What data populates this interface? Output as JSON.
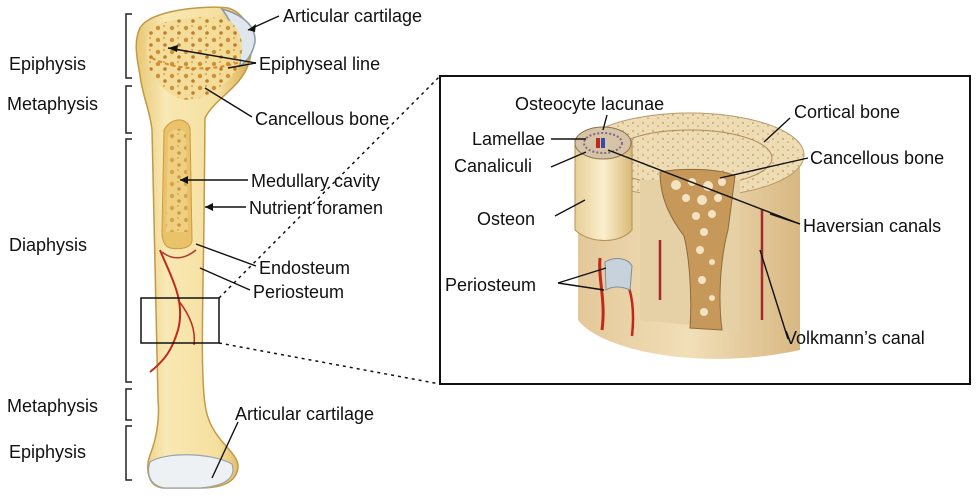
{
  "regions": {
    "epiphysis_top": "Epiphysis",
    "metaphysis_top": "Metaphysis",
    "diaphysis": "Diaphysis",
    "metaphysis_bottom": "Metaphysis",
    "epiphysis_bottom": "Epiphysis"
  },
  "long_bone_labels": {
    "articular_cartilage_top": "Articular cartilage",
    "epiphyseal_line": "Epiphyseal line",
    "cancellous_bone": "Cancellous bone",
    "medullary_cavity": "Medullary cavity",
    "nutrient_foramen": "Nutrient foramen",
    "endosteum": "Endosteum",
    "periosteum": "Periosteum",
    "articular_cartilage_bottom": "Articular cartilage"
  },
  "detail_labels": {
    "osteocyte_lacunae": "Osteocyte lacunae",
    "lamellae": "Lamellae",
    "canaliculi": "Canaliculi",
    "osteon": "Osteon",
    "periosteum": "Periosteum",
    "cortical_bone": "Cortical bone",
    "cancellous_bone": "Cancellous bone",
    "haversian_canals": "Haversian canals",
    "volkmanns_canal": "Volkmann’s canal"
  },
  "colors": {
    "bone_fill": "#f6e2a6",
    "bone_edge": "#c8a24c",
    "marrow": "#e8c86a",
    "spongy": "#c98a2a",
    "cartilage": "#e9eef2",
    "vessel_red": "#c0281e",
    "vessel_blue": "#2a4fb0",
    "cut_surface": "#e6d0a6"
  }
}
